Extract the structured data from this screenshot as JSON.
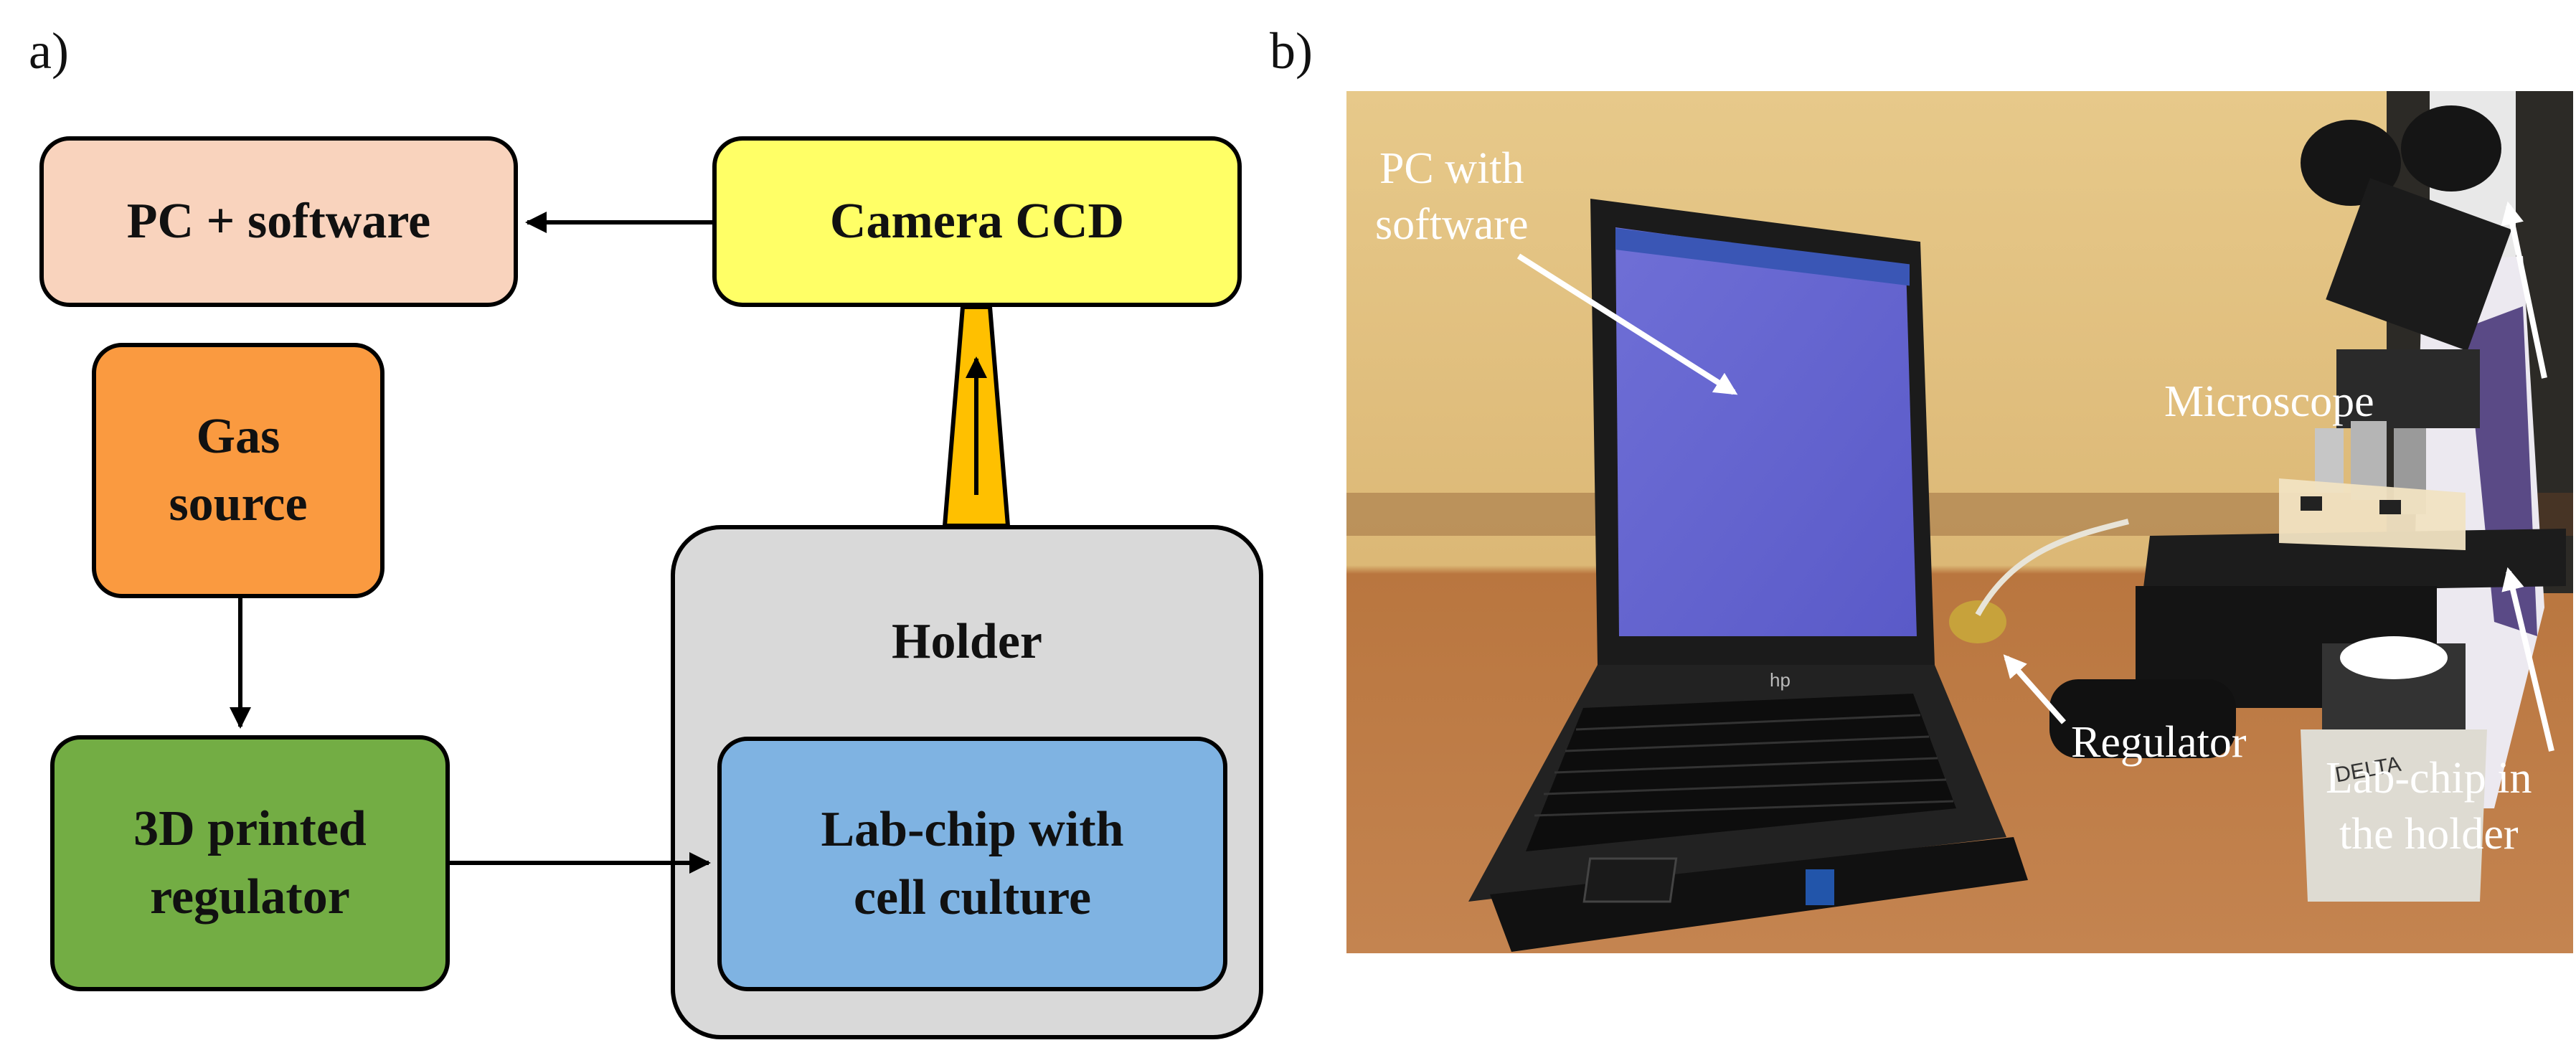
{
  "panel_a": {
    "label": "a)",
    "boxes": {
      "pc": "PC + software",
      "camera": "Camera CCD",
      "gas_line1": "Gas",
      "gas_line2": "source",
      "holder": "Holder",
      "regulator_line1": "3D printed",
      "regulator_line2": "regulator",
      "labchip_line1": "Lab-chip with",
      "labchip_line2": "cell culture"
    },
    "colors": {
      "pc": "#f9d3bd",
      "camera": "#ffff66",
      "gas": "#fa9a40",
      "holder": "#d9d9d9",
      "regulator": "#73ad44",
      "labchip": "#7fb3e2",
      "beam": "#ffc000"
    }
  },
  "panel_b": {
    "label": "b)",
    "annotations": {
      "pc_line1": "PC with",
      "pc_line2": "software",
      "microscope": "Microscope",
      "regulator": "Regulator",
      "labchip_line1": "Lab-chip in",
      "labchip_line2": "the holder"
    },
    "laptop_brand": "hp",
    "lamp_brand": "DELTA"
  }
}
